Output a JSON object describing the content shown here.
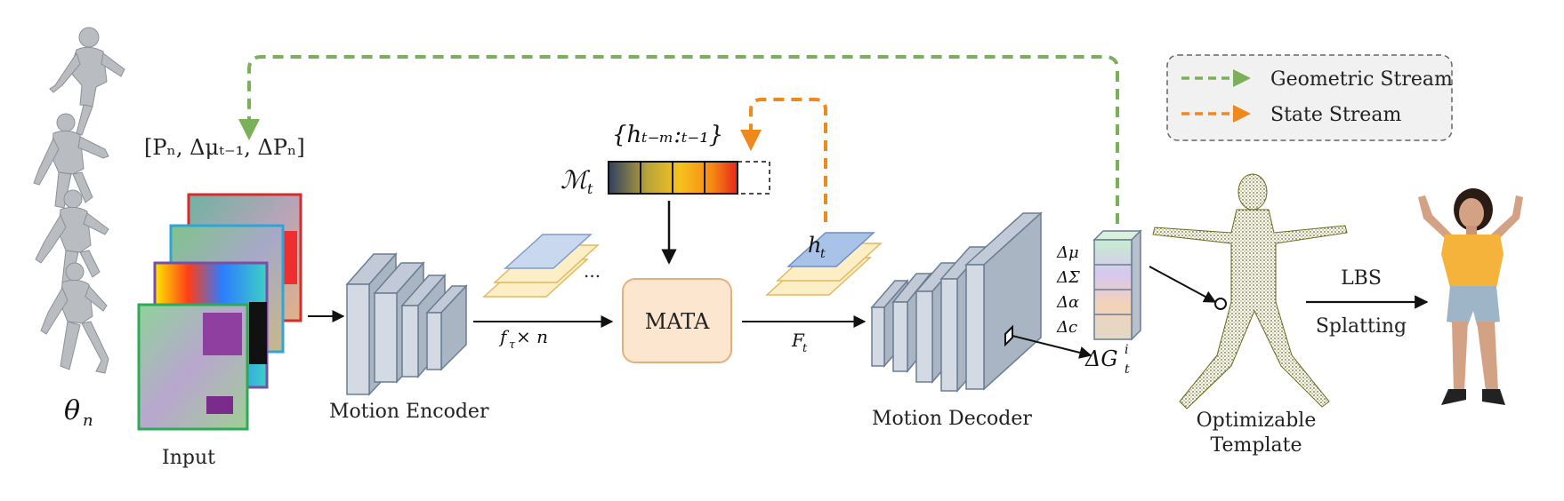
{
  "colors": {
    "geometric": "#7ab05a",
    "state": "#f0891c",
    "box_fill": "#d3dae3",
    "box_stroke": "#6b7d93",
    "mata_fill": "#fde6cf",
    "mata_stroke": "#e3b07a",
    "feature_fill": "#fdeec6",
    "feature_stroke": "#e2b95e",
    "feature_top": "#bcd0ef",
    "legend_bg": "#f1f1f1"
  },
  "legend": {
    "geometric": "Geometric Stream",
    "state": "State Stream"
  },
  "labels": {
    "theta": "θ",
    "theta_sub": "n",
    "input": "Input",
    "input_concat": "[Pₙ, Δμₜ₋₁, ΔPₙ]",
    "motion_encoder": "Motion Encoder",
    "feature_in": "f",
    "feature_in_sub": "τ",
    "feature_in_rest": "× n",
    "ellipsis": "...",
    "memory_set": "{hₜ₋ₘ:ₜ₋₁}",
    "memory": "ℳ",
    "memory_sub": "t",
    "mata": "MATA",
    "hidden": "h",
    "hidden_sub": "t",
    "feature_out": "F",
    "feature_out_sub": "t",
    "motion_decoder": "Motion Decoder",
    "delta_mu": "Δμ",
    "delta_sigma": "ΔΣ",
    "delta_alpha": "Δα",
    "delta_c": "Δc",
    "delta_g": "ΔG",
    "delta_g_sup": "i",
    "delta_g_sub": "t",
    "template": "Optimizable",
    "template2": "Template",
    "lbs": "LBS",
    "splatting": "Splatting"
  }
}
